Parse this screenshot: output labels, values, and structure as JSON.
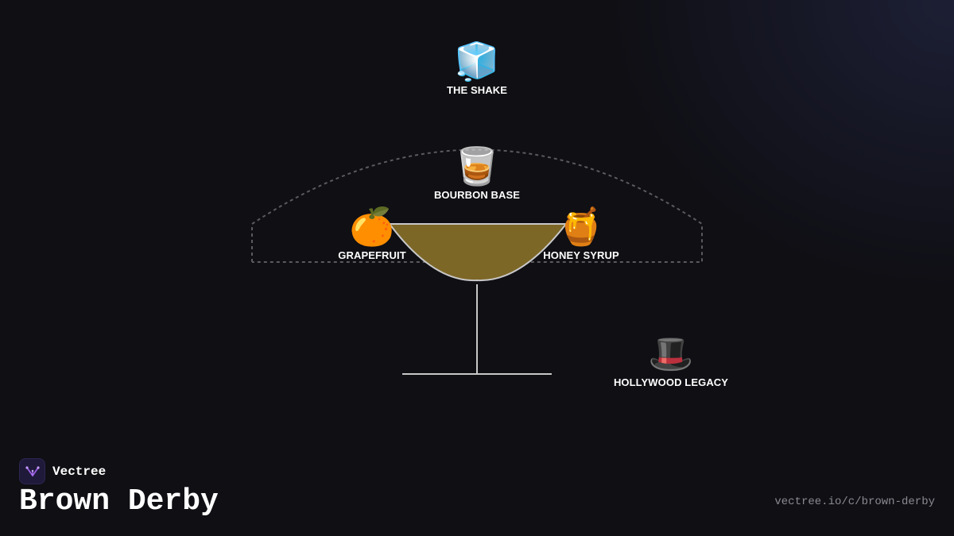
{
  "diagram": {
    "nodes": [
      {
        "id": "shake",
        "icon": "ice-cube-icon",
        "emoji": "🧊",
        "label": "THE SHAKE"
      },
      {
        "id": "bourbon",
        "icon": "tumbler-glass-icon",
        "emoji": "🥃",
        "label": "BOURBON BASE"
      },
      {
        "id": "grapefruit",
        "icon": "orange-icon",
        "emoji": "🍊",
        "label": "GRAPEFRUIT"
      },
      {
        "id": "honey",
        "icon": "honey-pot-icon",
        "emoji": "🍯",
        "label": "HONEY SYRUP"
      },
      {
        "id": "hollywood",
        "icon": "top-hat-icon",
        "emoji": "🎩",
        "label": "HOLLYWOOD LEGACY"
      }
    ],
    "colors": {
      "liquid": "#7d6727",
      "glass_stroke": "#c8c8c8",
      "dashed_outline": "#5a5a60"
    }
  },
  "brand": {
    "name": "Vectree",
    "icon": "vectree-logo-icon"
  },
  "title": "Brown Derby",
  "url": "vectree.io/c/brown-derby"
}
